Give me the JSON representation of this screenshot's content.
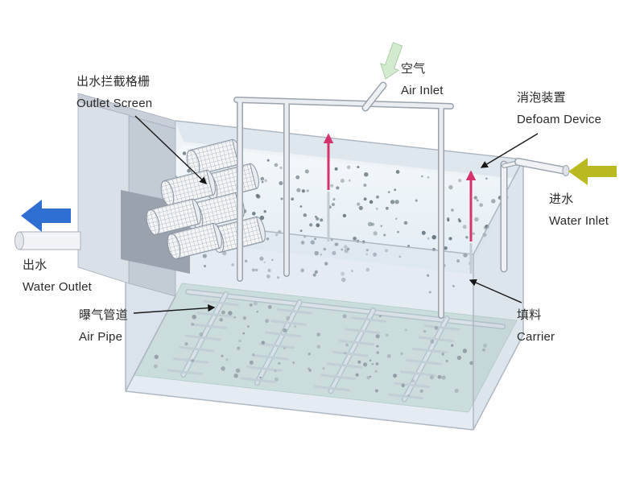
{
  "title": "Wastewater aeration tank diagram",
  "labels": {
    "outlet_screen": {
      "zh": "出水拦截格栅",
      "en": "Outlet Screen"
    },
    "air_inlet": {
      "zh": "空气",
      "en": "Air Inlet"
    },
    "defoam_device": {
      "zh": "消泡装置",
      "en": "Defoam Device"
    },
    "water_inlet": {
      "zh": "进水",
      "en": "Water Inlet"
    },
    "water_outlet": {
      "zh": "出水",
      "en": "Water Outlet"
    },
    "air_pipe": {
      "zh": "曝气管道",
      "en": "Air Pipe"
    },
    "carrier": {
      "zh": "填料",
      "en": "Carrier"
    }
  },
  "colors": {
    "water_outlet_arrow": "#2f6fd1",
    "water_inlet_arrow": "#b9ba21",
    "air_inlet_arrow": "#d4ead0",
    "defoam_arrow": "#d6336c",
    "water_surface": "#edf4f8",
    "tank_floor": "#c4dbd4",
    "carrier_dot": "#5c6b74"
  }
}
